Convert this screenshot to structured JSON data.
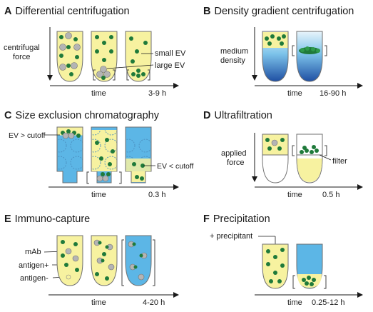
{
  "panels": [
    {
      "letter": "A",
      "title": "Differential centrifugation",
      "time_label": "time",
      "duration": "3-9 h",
      "labels": {
        "axis": [
          "centrifugal",
          "force"
        ],
        "small": "small EV",
        "large": "large EV"
      }
    },
    {
      "letter": "B",
      "title": "Density gradient centrifugation",
      "time_label": "time",
      "duration": "16-90 h",
      "labels": {
        "axis": [
          "medium",
          "density"
        ]
      }
    },
    {
      "letter": "C",
      "title": "Size exclusion chromatography",
      "time_label": "time",
      "duration": "0.3 h",
      "labels": {
        "gt": "EV > cutoff",
        "lt": "EV < cutoff"
      }
    },
    {
      "letter": "D",
      "title": "Ultrafiltration",
      "time_label": "time",
      "duration": "0.5 h",
      "labels": {
        "axis": [
          "applied",
          "force"
        ],
        "filter": "filter"
      }
    },
    {
      "letter": "E",
      "title": "Immuno-capture",
      "time_label": "time",
      "duration": "4-20 h",
      "labels": {
        "mab": "mAb",
        "pos": "antigen+",
        "neg": "antigen-"
      }
    },
    {
      "letter": "F",
      "title": "Precipitation",
      "time_label": "time",
      "duration": "0.25-12 h",
      "labels": {
        "precip": "+ precipitant"
      }
    }
  ],
  "colors": {
    "yellow": "#f7f2a0",
    "blue": "#5cb6e6",
    "dark_blue": "#2a56a8",
    "ev_green": "#1f7a3a",
    "large_ev_grey": "#b4b4b4",
    "outline": "#6f6f6f",
    "text": "#1a1a1a"
  }
}
